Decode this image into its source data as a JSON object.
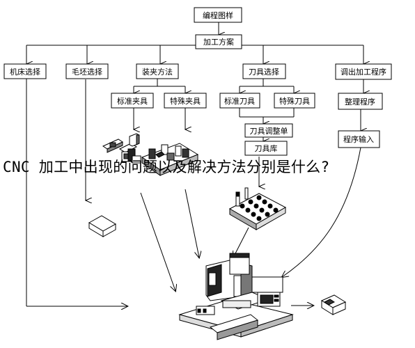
{
  "diagram": {
    "nodes": {
      "programming_drawing": "编程图样",
      "process_plan": "加工方案",
      "machine_selection": "机床选择",
      "blank_selection": "毛坯选择",
      "fixture_method": "装夹方法",
      "tool_selection": "刀具选择",
      "call_process_program": "调出加工程序",
      "standard_fixture": "标准夹具",
      "special_fixture": "特殊夹具",
      "standard_tool": "标准刀具",
      "special_tool": "特殊刀具",
      "tool_adjust_sheet": "刀具调整单",
      "tool_magazine": "刀具库",
      "organize_program": "整理程序",
      "program_input": "程序输入"
    }
  },
  "overlay_title": "CNC 加工中出现的问题以及解决方法分别是什么?",
  "colors": {
    "line": "#000000",
    "background": "#ffffff"
  }
}
